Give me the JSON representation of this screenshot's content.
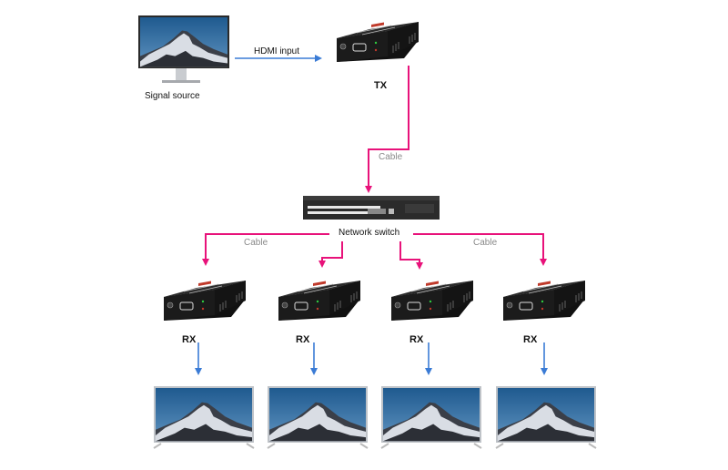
{
  "diagram": {
    "title": "HDMI over IP extender – one TX to multiple RX via network switch",
    "source": {
      "label": "Signal source",
      "device": "monitor"
    },
    "tx": {
      "label": "TX"
    },
    "input_link": {
      "label": "HDMI input"
    },
    "tx_to_switch": {
      "label": "Cable"
    },
    "switch": {
      "label": "Network switch"
    },
    "switch_to_rx": {
      "left_label": "Cable",
      "right_label": "Cable"
    },
    "receivers": [
      {
        "label": "RX"
      },
      {
        "label": "RX"
      },
      {
        "label": "RX"
      },
      {
        "label": "RX"
      }
    ],
    "displays": [
      {
        "device": "tv"
      },
      {
        "device": "tv"
      },
      {
        "device": "tv"
      },
      {
        "device": "tv"
      }
    ],
    "colors": {
      "hdmi_link": "#3a7bd5",
      "network_cable": "#e8127a",
      "device_body": "#1e1e1e",
      "label_text": "#111111",
      "cable_label": "#8a8a8a"
    }
  }
}
